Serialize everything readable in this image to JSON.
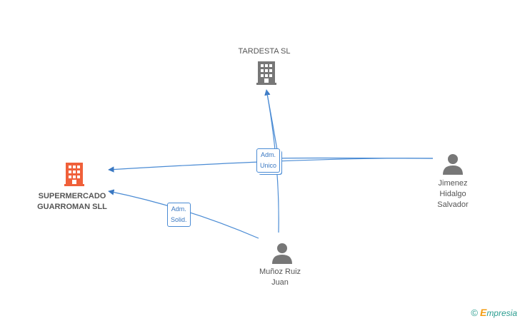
{
  "nodes": {
    "tardesta": {
      "name": "TARDESTA SL"
    },
    "supermercado": {
      "line1": "SUPERMERCADO",
      "line2": "GUARROMAN SLL"
    },
    "jimenez": {
      "line1": "Jimenez",
      "line2": "Hidalgo",
      "line3": "Salvador"
    },
    "munoz": {
      "line1": "Muñoz Ruiz",
      "line2": "Juan"
    }
  },
  "edges": {
    "adm_unico": {
      "line1": "Adm.",
      "line2": "Unico"
    },
    "adm_solid": {
      "line1": "Adm.",
      "line2": "Solid."
    }
  },
  "footer": {
    "copyright": "©",
    "brand_initial": "E",
    "brand_rest": "mpresia"
  },
  "colors": {
    "edge": "#4a8bd4",
    "company_main": "#f0603a",
    "company": "#777777",
    "person": "#777777"
  }
}
